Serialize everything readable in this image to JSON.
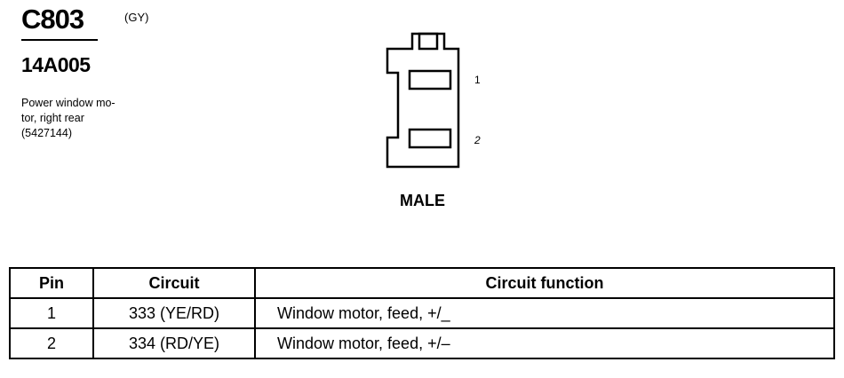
{
  "header": {
    "connector_id": "C803",
    "color_code": "(GY)",
    "part_number": "14A005",
    "description_lines": [
      "Power window mo-",
      "tor, right rear",
      "(5427144)"
    ]
  },
  "connector": {
    "pin_labels": [
      "1",
      "2"
    ],
    "view_label": "MALE"
  },
  "table": {
    "headers": [
      "Pin",
      "Circuit",
      "Circuit function"
    ],
    "rows": [
      {
        "pin": "1",
        "circuit": "333 (YE/RD)",
        "function": "Window motor, feed, +/_"
      },
      {
        "pin": "2",
        "circuit": "334 (RD/YE)",
        "function": "Window motor, feed, +/–"
      }
    ]
  }
}
